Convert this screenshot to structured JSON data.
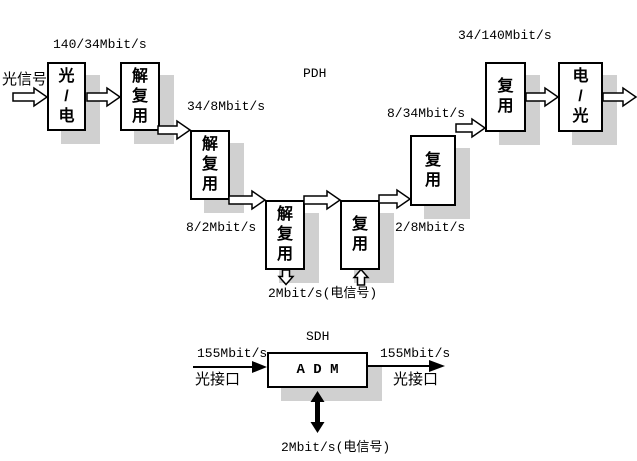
{
  "colors": {
    "bg": "#ffffff",
    "line": "#000000",
    "shadow": "#d0d0d0"
  },
  "pdh": {
    "title": "PDH",
    "input_signal": "光信号",
    "rates": {
      "r140_34": "140/34Mbit/s",
      "r34_8": "34/8Mbit/s",
      "r8_2": "8/2Mbit/s",
      "r2_tributary": "2Mbit/s(电信号)",
      "r2_8": "2/8Mbit/s",
      "r8_34": "8/34Mbit/s",
      "r34_140": "34/140Mbit/s"
    },
    "boxes": {
      "oe": "光\n/\n电",
      "demux1": "解\n复\n用",
      "demux2": "解\n复\n用",
      "demux3": "解\n复\n用",
      "mux1": "复\n用",
      "mux2": "复\n用",
      "mux3": "复\n用",
      "eo": "电\n/\n光"
    },
    "connectors": [
      {
        "name": "input-arrow",
        "from": "optical-signal",
        "to": "oe-box",
        "style": "outline-block",
        "direction": "right"
      },
      {
        "name": "oe-to-demux1",
        "style": "outline-block",
        "direction": "right"
      },
      {
        "name": "demux1-to-demux2",
        "style": "outline-block",
        "direction": "right"
      },
      {
        "name": "demux2-to-demux3",
        "style": "outline-block",
        "direction": "right"
      },
      {
        "name": "demux3-to-mux1",
        "style": "outline-block",
        "direction": "right"
      },
      {
        "name": "mux1-to-mux2",
        "style": "outline-block",
        "direction": "right"
      },
      {
        "name": "mux2-to-mux3",
        "style": "outline-block",
        "direction": "right"
      },
      {
        "name": "mux3-to-eo",
        "style": "outline-block",
        "direction": "right"
      },
      {
        "name": "output-arrow",
        "style": "outline-block",
        "direction": "right"
      },
      {
        "name": "demux3-tributary-down",
        "style": "outline-block",
        "direction": "down"
      },
      {
        "name": "mux1-tributary-up",
        "style": "outline-block",
        "direction": "up"
      }
    ]
  },
  "sdh": {
    "title": "SDH",
    "adm": "A D M",
    "rate_in": "155Mbit/s",
    "port_in": "光接口",
    "rate_out": "155Mbit/s",
    "port_out": "光接口",
    "rate_tributary": "2Mbit/s(电信号)",
    "connectors": [
      {
        "name": "sdh-input-arrow",
        "style": "solid-line",
        "direction": "right"
      },
      {
        "name": "sdh-output-arrow",
        "style": "solid-line",
        "direction": "right"
      },
      {
        "name": "sdh-tributary-arrow",
        "style": "solid-double",
        "direction": "up-down"
      }
    ]
  }
}
